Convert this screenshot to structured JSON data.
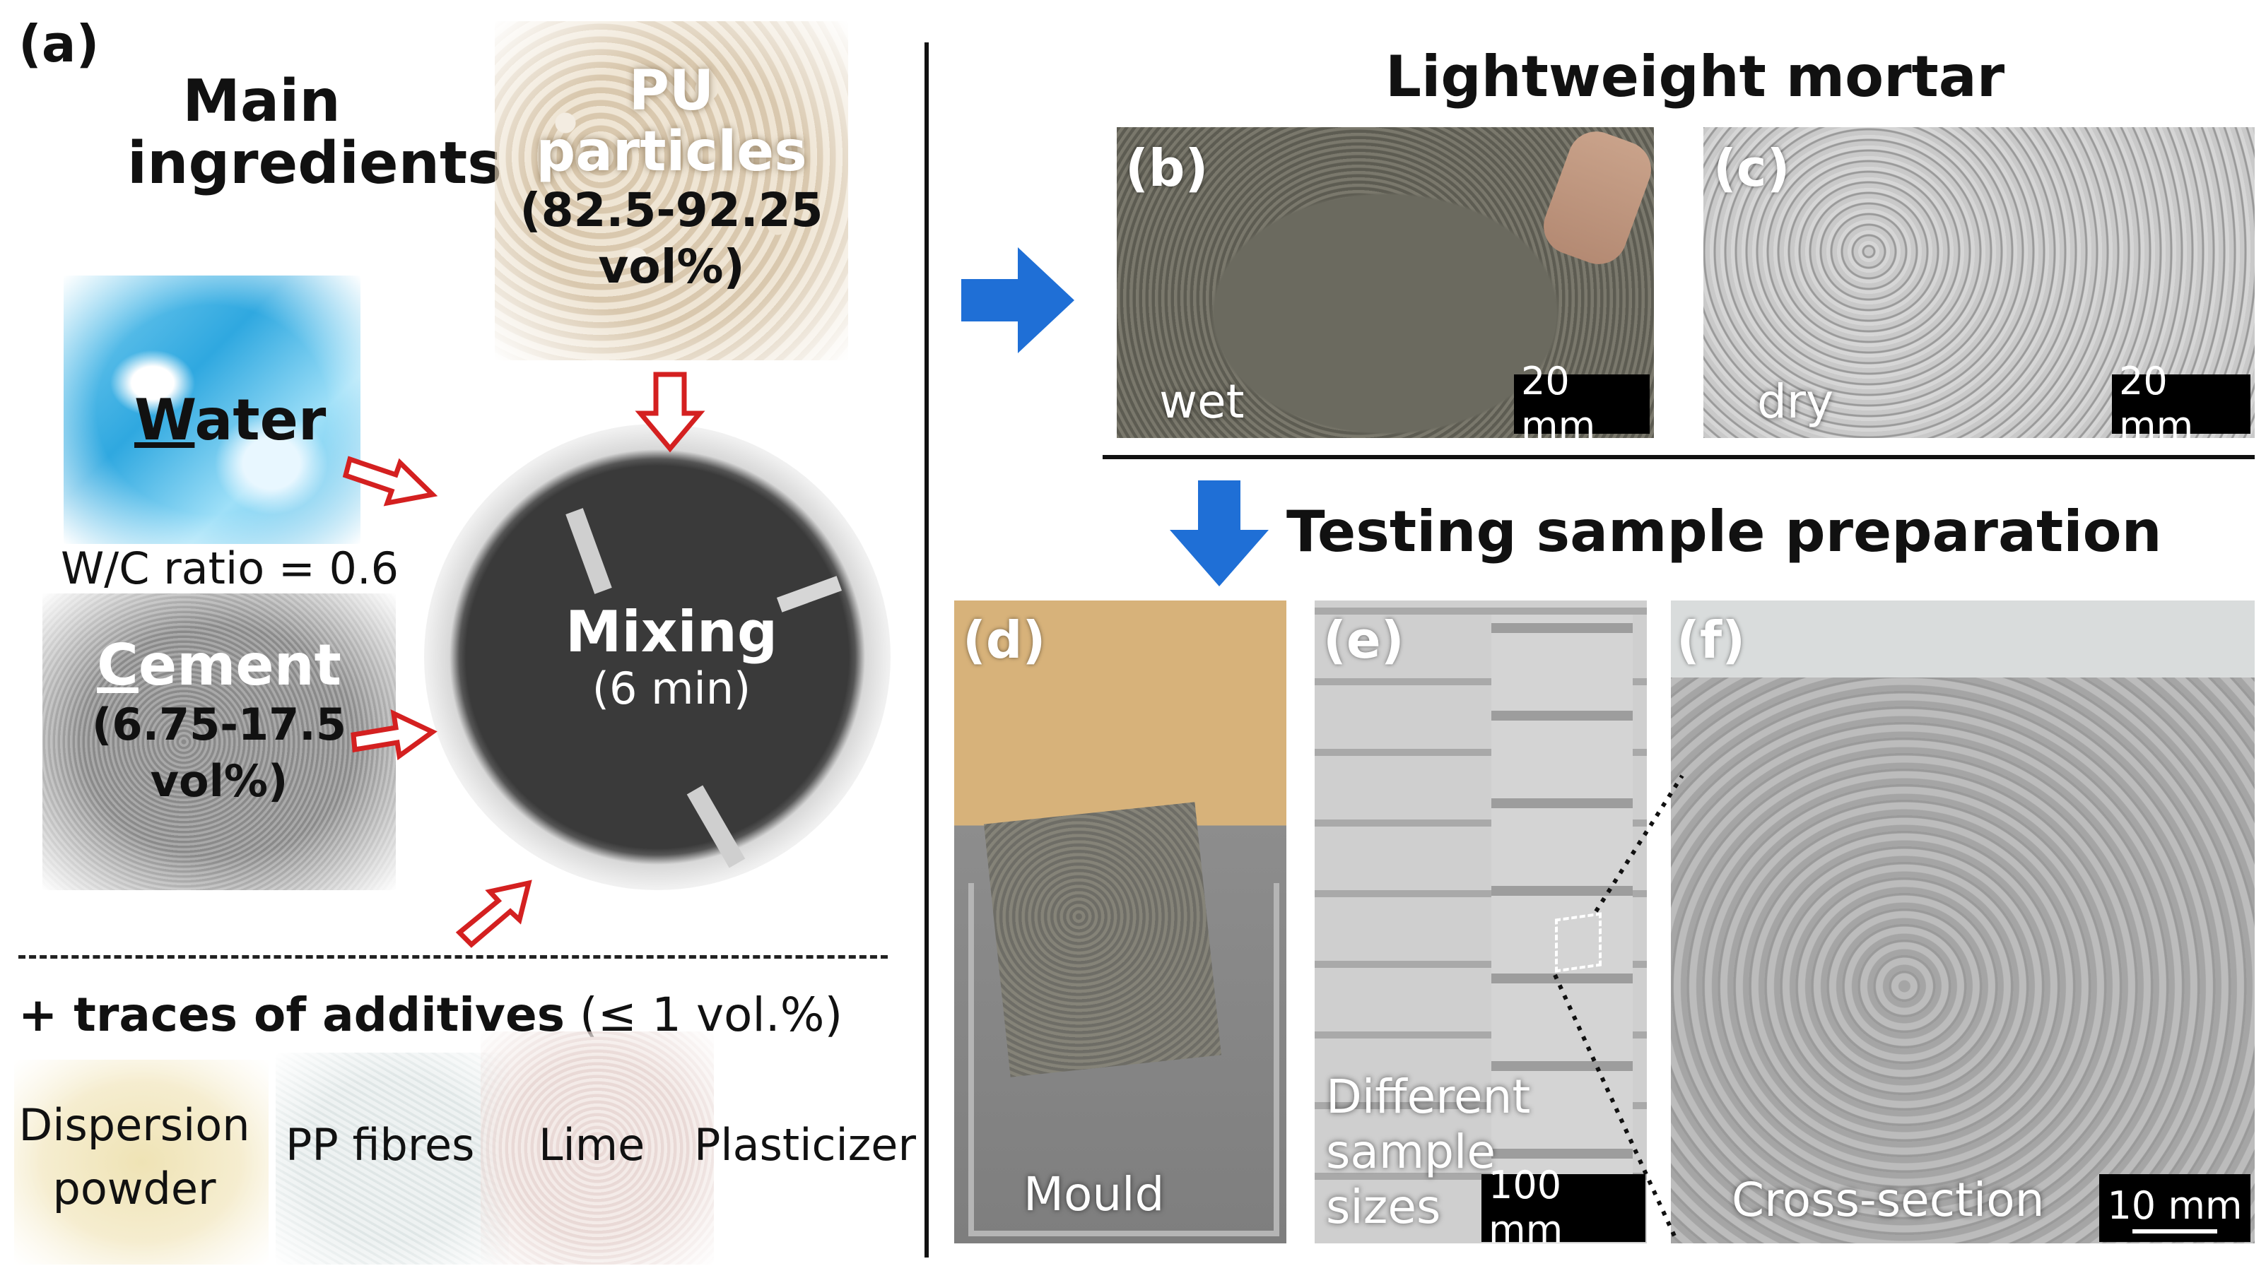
{
  "panel_a": {
    "label": "(a)",
    "title_line1": "Main",
    "title_line2": "ingredients",
    "pu_line1": "PU",
    "pu_line2": "particles",
    "pu_line3": "(82.5-92.25",
    "pu_line4": "vol%)",
    "water_prefix": "W",
    "water_rest": "ater",
    "wc_ratio": "W/C ratio = 0.6",
    "cement_prefix": "C",
    "cement_rest": "ement",
    "cement_line2": "(6.75-17.5",
    "cement_line3": "vol%)",
    "mixing": "Mixing",
    "mixing_time": "(6 min)",
    "additives_bold": "+ traces of additives",
    "additives_rest": " (≤ 1 vol.%)",
    "additive_1_line1": "Dispersion",
    "additive_1_line2": "powder",
    "additive_2": "PP fibres",
    "additive_3": "Lime",
    "additive_4": "Plasticizer"
  },
  "right": {
    "mortar_title": "Lightweight mortar",
    "testing_title": "Testing sample preparation"
  },
  "panel_b": {
    "label": "(b)",
    "caption": "wet",
    "scale": "20 mm"
  },
  "panel_c": {
    "label": "(c)",
    "caption": "dry",
    "scale": "20 mm"
  },
  "panel_d": {
    "label": "(d)",
    "caption": "Mould"
  },
  "panel_e": {
    "label": "(e)",
    "caption_line1": "Different",
    "caption_line2": "sample",
    "caption_line3": "sizes",
    "scale": "100 mm"
  },
  "panel_f": {
    "label": "(f)",
    "caption": "Cross-section",
    "scale": "10 mm"
  },
  "colors": {
    "blue_arrow": "#1f6fd6",
    "red_arrow": "#d42020",
    "divider": "#111111"
  }
}
